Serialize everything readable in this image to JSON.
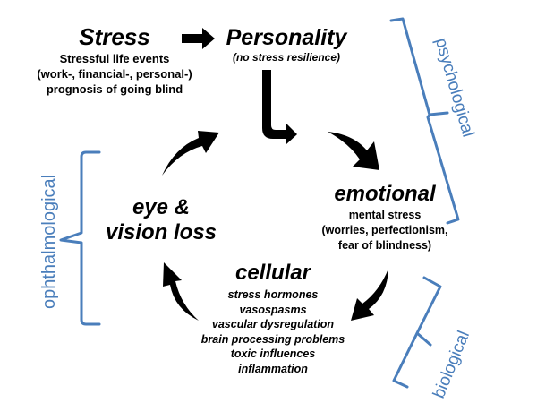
{
  "stress": {
    "title": "Stress",
    "lines": [
      "Stressful life events",
      "(work-, financial-, personal-)",
      "prognosis of going blind"
    ]
  },
  "personality": {
    "title": "Personality",
    "subtitle": "(no stress resilience)"
  },
  "emotional": {
    "title": "emotional",
    "lines": [
      "mental stress",
      "(worries, perfectionism,",
      "fear of blindness)"
    ]
  },
  "cellular": {
    "title": "cellular",
    "lines": [
      "stress hormones",
      "vasospasms",
      "vascular dysregulation",
      "brain processing problems",
      "toxic influences",
      "inflammation"
    ]
  },
  "eye": {
    "title_line1": "eye &",
    "title_line2": "vision loss"
  },
  "brackets": {
    "psychological": "psychological",
    "biological": "biological",
    "ophthalmological": "ophthalmological",
    "color": "#4a7ebb"
  }
}
